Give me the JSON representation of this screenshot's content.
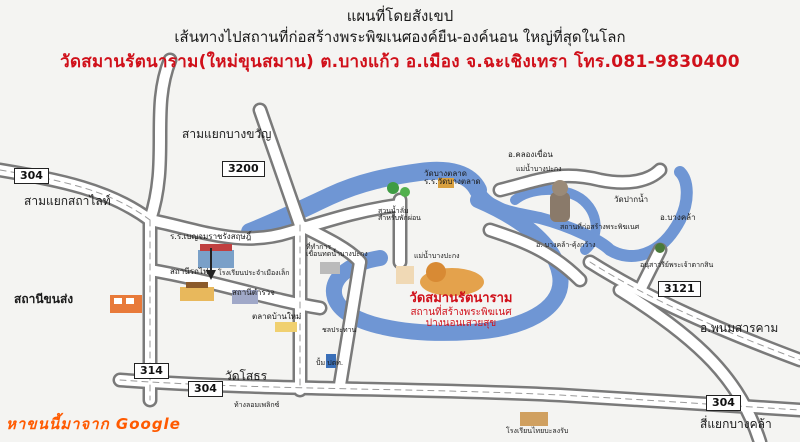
{
  "header": {
    "line1": "แผนที่โดยสังเขป",
    "line2": "เส้นทางไปสถานที่ก่อสร้างพระพิฆเนศองค์ยืน-องค์นอน ใหญ่ที่สุดในโลก",
    "line3": "วัดสมานรัตนาราม(ใหม่ขุนสมาน) ต.บางแก้ว อ.เมือง จ.ฉะเชิงเทรา โทร.081-9830400"
  },
  "route_shields": {
    "r304_left": "304",
    "r3200": "3200",
    "r314": "314",
    "r304_bottom": "304",
    "r3121": "3121",
    "r304_right": "304"
  },
  "places": {
    "yaek_bang_khwan": "สามแยกบางขวัญ",
    "yaek_sotthorn": "สามแยกสถาไลท์",
    "school_benchama": "ร.ร.เบญจมราชรังสฤษฎิ์",
    "train_station": "สถานีรถไฟ",
    "small_note_1": "โรงเรียนประจำเมืองเล็ก",
    "police_station": "สถานีตำรวจ",
    "bus_station": "สถานีขนส่ง",
    "market": "ตลาดบ้านใหม่",
    "wat_sothorn": "วัดโสธร",
    "tang_small": "ท้างลอมเพลิกซ์",
    "irrigation": "ชลประทาน",
    "boon_note": "ปั้ม ปตท.",
    "water_office": "ที่ทำการ\nเขื่อนทดน้ำบางปะกง",
    "bang_pakong_gate": "แม่น้ำบางปะกง",
    "park": "สวนน้ำลั่ม\nสำหรับพักผ่อน",
    "wat_bang_talat": "วัดบางตลาด\nร.ร.วัดบางตลาด",
    "khlong_khuen": "อ.คลองเขื่อน",
    "wat_pak_nam": "วัดปากน้ำ",
    "bang_khla": "อ.บางคล้า",
    "reservoir": "อนุสาวรีย์พระเจ้าตากสิน",
    "phanom_sarakham": "อ.พนมสารคาม",
    "yaek_bang_khla": "สี่แยกบางคล้า",
    "river_label": "แม่น้ำบางปะกง",
    "lower_river": "อ. บางคล้า-คุ้งกว้าง",
    "school_bottom": "โรงเรียนไทยบะลงรับ",
    "bridge_note": "สถานที่ก่อสร้างพระพิฆเนศ"
  },
  "temple": {
    "name": "วัดสมานรัตนาราม",
    "sub1": "สถานที่สร้างพระพิฆเนศ",
    "sub2": "ปางนอนเสวยสุข"
  },
  "footer": "หาขนนี้มาจาก Google",
  "colors": {
    "road": "#8c8c8c",
    "road_fill": "#ffffff",
    "river": "#6f96d4",
    "title_red": "#d0101a",
    "footer_orange": "#ff5a00"
  }
}
